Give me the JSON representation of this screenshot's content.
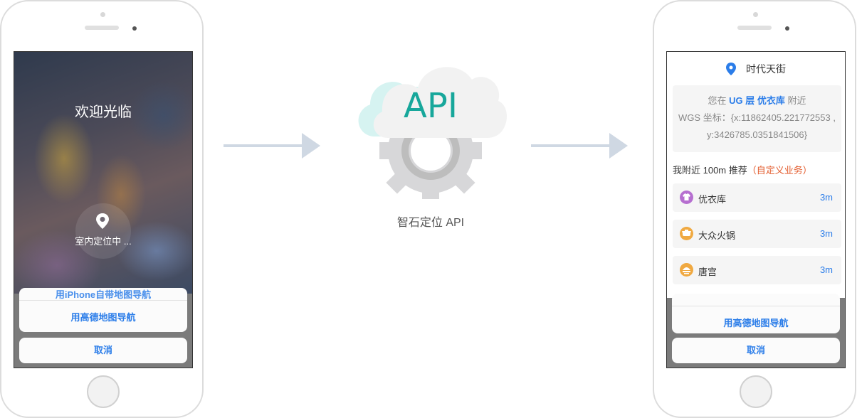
{
  "left_phone": {
    "welcome_text": "欢迎光临",
    "locating_text": "室内定位中 ...",
    "sheet_peek_text": "用iPhone自带地图导航",
    "gaode_nav_label": "用高德地图导航",
    "cancel_label": "取消"
  },
  "center": {
    "api_text": "API",
    "label": "智石定位 API"
  },
  "right_phone": {
    "place_name": "时代天街",
    "you_prefix": "您在",
    "floor": "UG 层",
    "store": "优衣库",
    "you_suffix": "附近",
    "wgs_line1": "WGS 坐标：{x:11862405.221772553 ,",
    "wgs_line2": "y:3426785.0351841506}",
    "nearby_title": "我附近 100m 推荐",
    "nearby_custom": "（自定义业务）",
    "pois": [
      {
        "name": "优衣库",
        "distance": "3m",
        "icon": "shirt-icon",
        "color": "#b66fd0"
      },
      {
        "name": "大众火锅",
        "distance": "3m",
        "icon": "hotpot-icon",
        "color": "#f0a941"
      },
      {
        "name": "唐宫",
        "distance": "3m",
        "icon": "dimsum-icon",
        "color": "#f0a941"
      }
    ],
    "gaode_nav_label": "用高德地图导航",
    "cancel_label": "取消"
  },
  "colors": {
    "accent_blue": "#2b7de9",
    "custom_orange": "#e35b2c",
    "api_teal": "#17a79b",
    "arrow": "#cfd8e3"
  }
}
